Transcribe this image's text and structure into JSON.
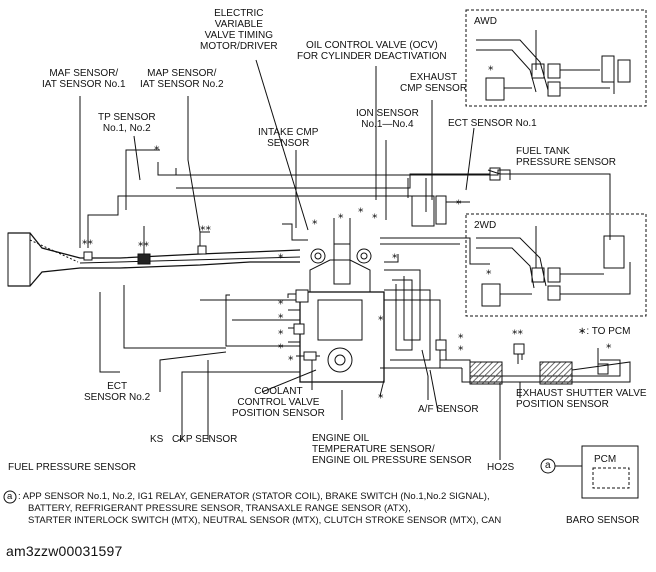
{
  "labels": {
    "maf": "MAF SENSOR/\nIAT SENSOR No.1",
    "map": "MAP SENSOR/\nIAT SENSOR No.2",
    "evvt": "ELECTRIC\nVARIABLE\nVALVE TIMING\nMOTOR/DRIVER",
    "ocv": "OIL CONTROL VALVE (OCV)\nFOR CYLINDER DEACTIVATION",
    "exh_cmp": "EXHAUST\nCMP SENSOR",
    "tp": "TP SENSOR\nNo.1, No.2",
    "ion": "ION SENSOR\nNo.1—No.4",
    "intake_cmp": "INTAKE CMP\nSENSOR",
    "ect1": "ECT SENSOR No.1",
    "fuel_tank": "FUEL TANK\nPRESSURE SENSOR",
    "awd": "AWD",
    "twowd": "2WD",
    "to_pcm": "∗: TO PCM",
    "ect2": "ECT\nSENSOR No.2",
    "coolant": "COOLANT\nCONTROL VALVE\nPOSITION SENSOR",
    "ks": "KS",
    "ckp": "CKP SENSOR",
    "af": "A/F SENSOR",
    "exhaust_shutter": "EXHAUST SHUTTER VALVE\nPOSITION SENSOR",
    "engine_oil": "ENGINE OIL\nTEMPERATURE SENSOR/\nENGINE OIL PRESSURE SENSOR",
    "fuel_pressure": "FUEL PRESSURE SENSOR",
    "ho2s": "HO2S",
    "pcm": "PCM",
    "baro": "BARO SENSOR",
    "circle_a": "a"
  },
  "note": {
    "marker": "a",
    "line1": ": APP SENSOR No.1, No.2, IG1 RELAY, GENERATOR (STATOR COIL), BRAKE SWITCH (No.1,No.2 SIGNAL),",
    "line2": "BATTERY, REFRIGERANT PRESSURE SENSOR, TRANSAXLE RANGE SENSOR (ATX),",
    "line3": "STARTER INTERLOCK SWITCH (MTX), NEUTRAL SENSOR (MTX), CLUTCH STROKE SENSOR (MTX),  CAN"
  },
  "figure_code": "am3zzw00031597",
  "colors": {
    "ink": "#111111",
    "hatch": "#555555",
    "fill": "#ffffff"
  }
}
